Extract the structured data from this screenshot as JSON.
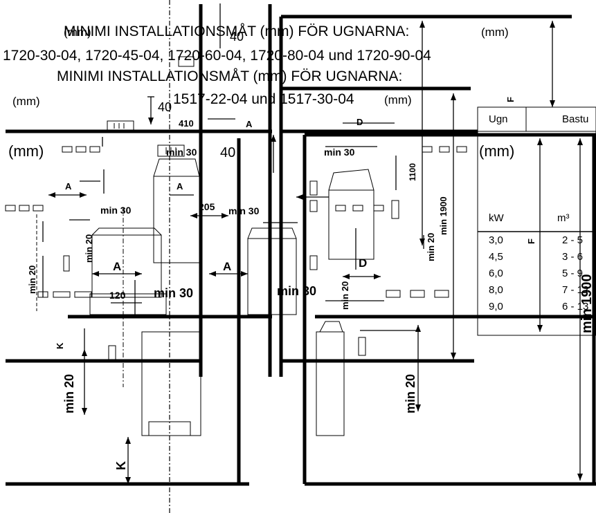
{
  "heading": {
    "line1": "MINIMI INSTALLATIONSMÅT (mm) FÖR UGNARNA:",
    "line2": "1720-30-04, 1720-45-04, 1720-60-04, 1720-80-04 und 1720-90-04",
    "line3": "MINIMI INSTALLATIONSMÅT (mm) FÖR UGNARNA:",
    "line4": "1517-22-04 und 1517-30-04"
  },
  "units": {
    "mm_top_left": "(mm)",
    "mm_top_overlap": "(mm)",
    "mm_small": "(mm)",
    "mm_big_left": "(mm)",
    "mm_big_right": "(mm)",
    "mm_mid": "(mm)"
  },
  "dimensions": {
    "d40_top": "40",
    "d40_mid": "40",
    "d40_side": "40",
    "d410": "410",
    "A_small_1": "A",
    "A_small_2": "A",
    "A_top": "A",
    "A_big_1": "A",
    "A_big_2": "A",
    "min30_1": "min 30",
    "min30_2": "min 30",
    "min30_3": "min 30",
    "min30_4": "min 30",
    "min30_big_1": "min 30",
    "min30_big_2": "min 30",
    "d205": "205",
    "d120": "120",
    "D_top": "D",
    "D_mid": "D",
    "d1100": "1100",
    "min20_v1": "min 20",
    "min20_v2": "min 20",
    "min20_v3": "min 20",
    "min20_v4": "min 20",
    "min20_big_1": "min 20",
    "min20_big_2": "min 20",
    "min1900_small": "min 1900",
    "min1900_big": "min 1900",
    "K_small": "K",
    "K_big": "K",
    "F_top": "F",
    "F_mid": "F"
  },
  "table": {
    "col1": "Ugn",
    "col2": "Bastu",
    "unit_kw": "kW",
    "unit_m3": "m³",
    "rows": [
      {
        "kw": "3,0",
        "vol": "2 - 5"
      },
      {
        "kw": "4,5",
        "vol": "3 - 6"
      },
      {
        "kw": "6,0",
        "vol": "5 - 9"
      },
      {
        "kw": "8,0",
        "vol": "7 - 12"
      },
      {
        "kw": "9,0",
        "vol": "6 - 13"
      }
    ]
  }
}
